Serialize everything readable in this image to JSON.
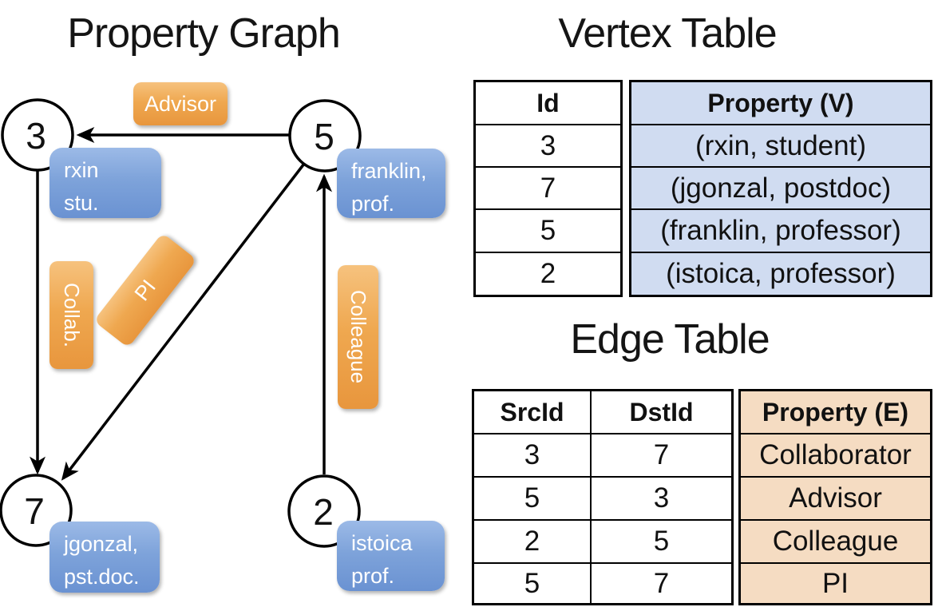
{
  "titles": {
    "property_graph": "Property Graph",
    "vertex_table": "Vertex Table",
    "edge_table": "Edge Table"
  },
  "graph": {
    "nodes": [
      {
        "id": "3",
        "line1": "rxin",
        "line2": "stu."
      },
      {
        "id": "5",
        "line1": "franklin,",
        "line2": "prof."
      },
      {
        "id": "7",
        "line1": "jgonzal,",
        "line2": "pst.doc."
      },
      {
        "id": "2",
        "line1": "istoica",
        "line2": "prof."
      }
    ],
    "edge_labels": {
      "advisor": "Advisor",
      "collab": "Collab.",
      "pi": "PI",
      "colleague": "Colleague"
    },
    "edges": [
      {
        "src": "5",
        "dst": "3",
        "label": "Advisor"
      },
      {
        "src": "3",
        "dst": "7",
        "label": "Collab."
      },
      {
        "src": "5",
        "dst": "7",
        "label": "PI"
      },
      {
        "src": "2",
        "dst": "5",
        "label": "Colleague"
      }
    ]
  },
  "vertex_table": {
    "headers": {
      "id": "Id",
      "property": "Property (V)"
    },
    "rows": [
      {
        "id": "3",
        "property": "(rxin, student)"
      },
      {
        "id": "7",
        "property": "(jgonzal, postdoc)"
      },
      {
        "id": "5",
        "property": "(franklin, professor)"
      },
      {
        "id": "2",
        "property": "(istoica, professor)"
      }
    ]
  },
  "edge_table": {
    "headers": {
      "src": "SrcId",
      "dst": "DstId",
      "property": "Property (E)"
    },
    "rows": [
      {
        "src": "3",
        "dst": "7",
        "property": "Collaborator"
      },
      {
        "src": "5",
        "dst": "3",
        "property": "Advisor"
      },
      {
        "src": "2",
        "dst": "5",
        "property": "Colleague"
      },
      {
        "src": "5",
        "dst": "7",
        "property": "PI"
      }
    ]
  },
  "colors": {
    "edge_label_orange": "#eda24c",
    "vertex_label_blue": "#7ea3da",
    "vertex_table_fill": "#d0dcf1",
    "edge_table_fill": "#f5dcc2",
    "line_black": "#000000"
  }
}
